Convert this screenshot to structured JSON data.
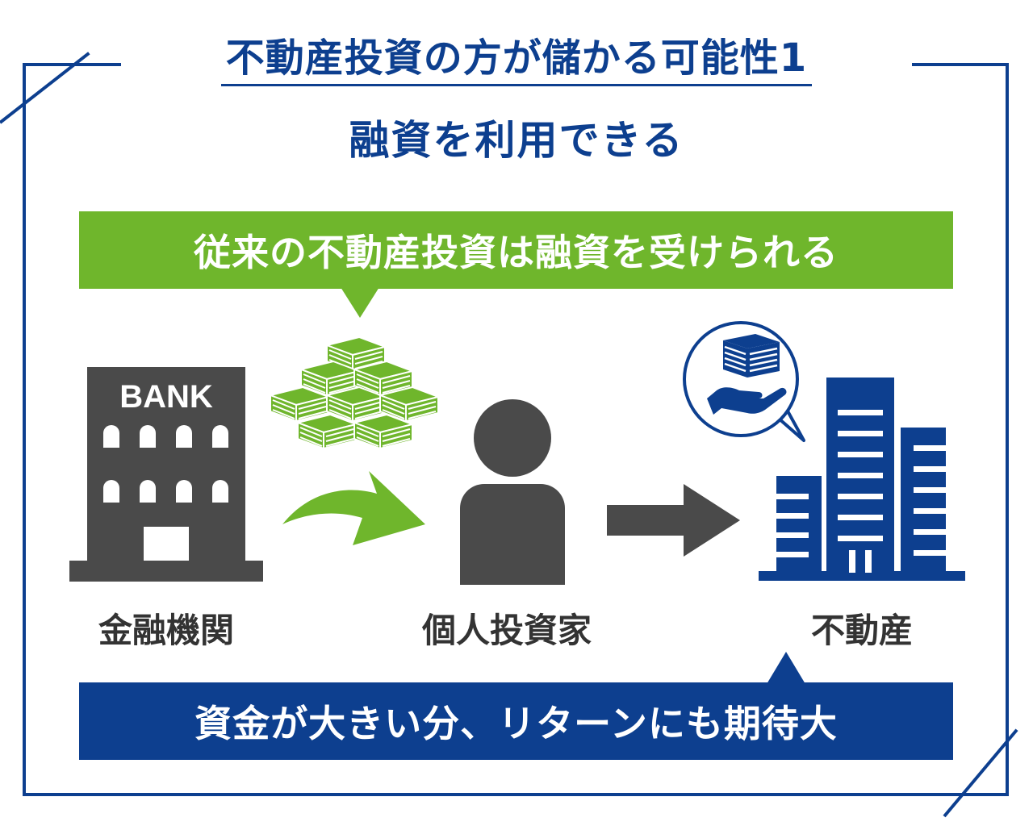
{
  "title": {
    "line1": "不動産投資の方が儲かる可能性1",
    "line2": "融資を利用できる"
  },
  "top_banner": "従来の不動産投資は融資を受けられる",
  "bank": {
    "sign": "BANK",
    "label": "金融機関"
  },
  "investor_label": "個人投資家",
  "property_label": "不動産",
  "bottom_banner": "資金が大きい分、リターンにも期待大",
  "colors": {
    "navy": "#0d3f8f",
    "green": "#6fb62c",
    "gray": "#4a4a4a"
  }
}
